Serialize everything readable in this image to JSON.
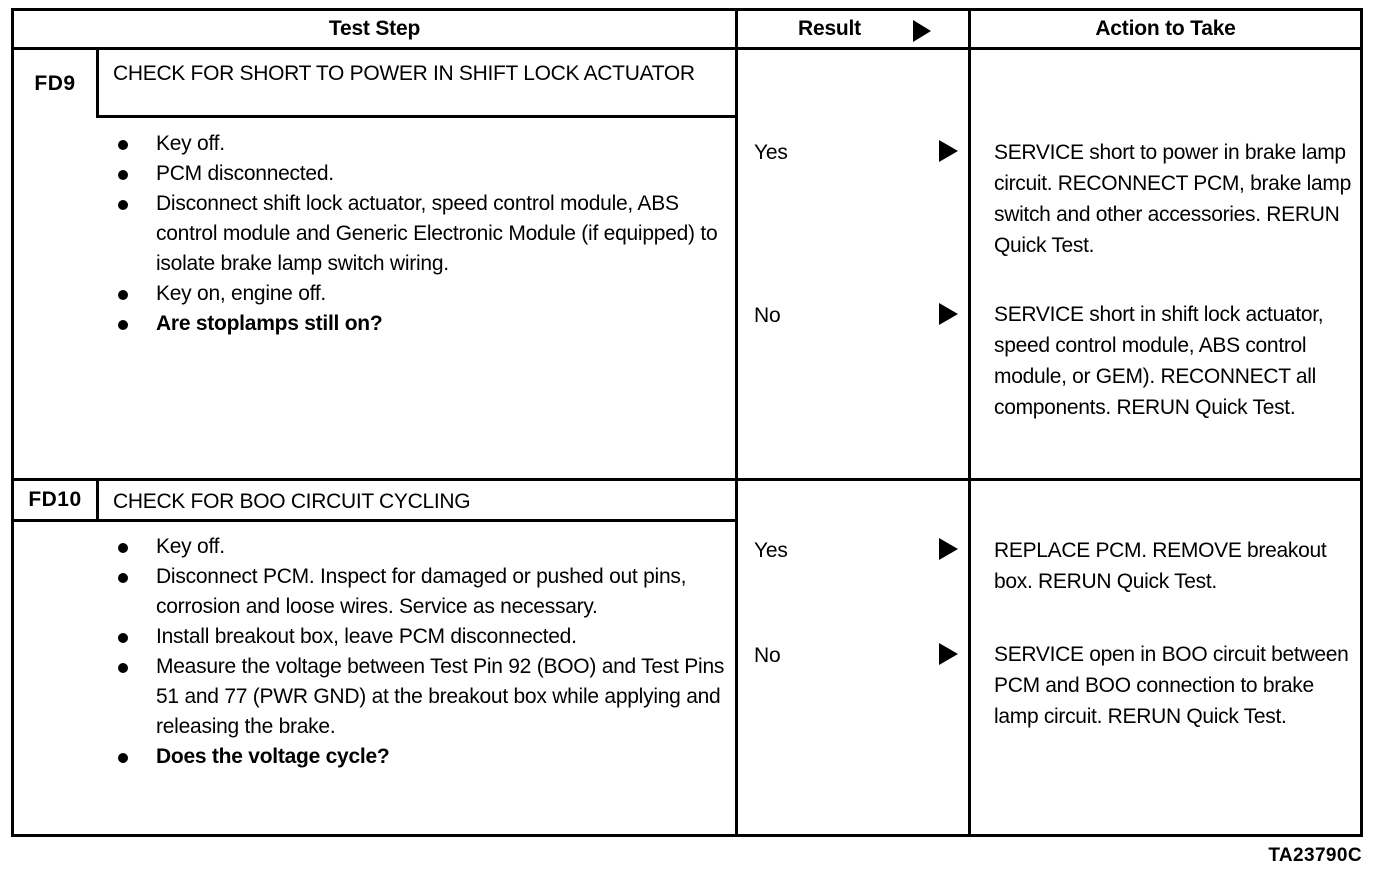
{
  "figure_code": "TA23790C",
  "table": {
    "headers": {
      "test_step": "Test Step",
      "result": "Result",
      "action": "Action to Take"
    },
    "steps": [
      {
        "id": "FD9",
        "title": "CHECK FOR SHORT TO POWER IN SHIFT LOCK ACTUATOR",
        "bullets": [
          {
            "text": "Key off.",
            "bold": false
          },
          {
            "text": "PCM disconnected.",
            "bold": false
          },
          {
            "text": "Disconnect shift lock actuator, speed control module, ABS control module and Generic Electronic Module (if equipped) to isolate brake lamp switch wiring.",
            "bold": false
          },
          {
            "text": "Key on, engine off.",
            "bold": false
          },
          {
            "text": "Are stoplamps still on?",
            "bold": true
          }
        ],
        "branches": [
          {
            "result": "Yes",
            "action": "SERVICE short to power in brake lamp circuit. RECONNECT PCM, brake lamp switch and other accessories. RERUN Quick Test."
          },
          {
            "result": "No",
            "action": "SERVICE short in shift lock actuator, speed control module, ABS control module, or GEM). RECONNECT all components. RERUN Quick Test."
          }
        ]
      },
      {
        "id": "FD10",
        "title": "CHECK FOR BOO CIRCUIT CYCLING",
        "bullets": [
          {
            "text": "Key off.",
            "bold": false
          },
          {
            "text": "Disconnect PCM. Inspect for damaged or pushed out pins, corrosion and loose wires. Service as necessary.",
            "bold": false
          },
          {
            "text": "Install breakout box, leave PCM disconnected.",
            "bold": false
          },
          {
            "text": "Measure the voltage between Test Pin 92 (BOO) and Test Pins 51 and 77 (PWR GND) at the breakout box while applying and releasing the brake.",
            "bold": false
          },
          {
            "text": "Does the voltage cycle?",
            "bold": true
          }
        ],
        "branches": [
          {
            "result": "Yes",
            "action": "REPLACE PCM. REMOVE breakout box. RERUN Quick Test."
          },
          {
            "result": "No",
            "action": "SERVICE open in BOO circuit between PCM and BOO connection to brake lamp circuit. RERUN Quick Test."
          }
        ]
      }
    ]
  },
  "icons": {
    "header_marker": "right-triangle-icon",
    "branch_marker": "right-triangle-icon",
    "bullet_marker": "bullet-dot-icon"
  }
}
